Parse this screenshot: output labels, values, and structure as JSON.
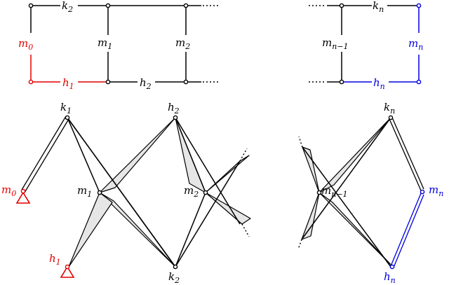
{
  "colors": {
    "black": "#000000",
    "red": "#e00000",
    "blue": "#0000dd",
    "shade": "#e6e6e6"
  },
  "labels": {
    "top_k2": {
      "base": "k",
      "sub": "2"
    },
    "top_kn": {
      "base": "k",
      "sub": "n"
    },
    "top_m0": {
      "base": "m",
      "sub": "0"
    },
    "top_m1": {
      "base": "m",
      "sub": "1"
    },
    "top_m2": {
      "base": "m",
      "sub": "2"
    },
    "top_mn1": {
      "base": "m",
      "sub": "n−1"
    },
    "top_mn": {
      "base": "m",
      "sub": "n"
    },
    "top_h1": {
      "base": "h",
      "sub": "1"
    },
    "top_h2": {
      "base": "h",
      "sub": "2"
    },
    "top_hn": {
      "base": "h",
      "sub": "n"
    },
    "bot_k1": {
      "base": "k",
      "sub": "1"
    },
    "bot_h2": {
      "base": "h",
      "sub": "2"
    },
    "bot_kn": {
      "base": "k",
      "sub": "n"
    },
    "bot_m0": {
      "base": "m",
      "sub": "0"
    },
    "bot_m1": {
      "base": "m",
      "sub": "1"
    },
    "bot_m2": {
      "base": "m",
      "sub": "2"
    },
    "bot_mn1": {
      "base": "m",
      "sub": "n−1"
    },
    "bot_mn": {
      "base": "m",
      "sub": "n"
    },
    "bot_h1": {
      "base": "h",
      "sub": "1"
    },
    "bot_k2": {
      "base": "k",
      "sub": "2"
    },
    "bot_hn": {
      "base": "h",
      "sub": "n"
    }
  }
}
